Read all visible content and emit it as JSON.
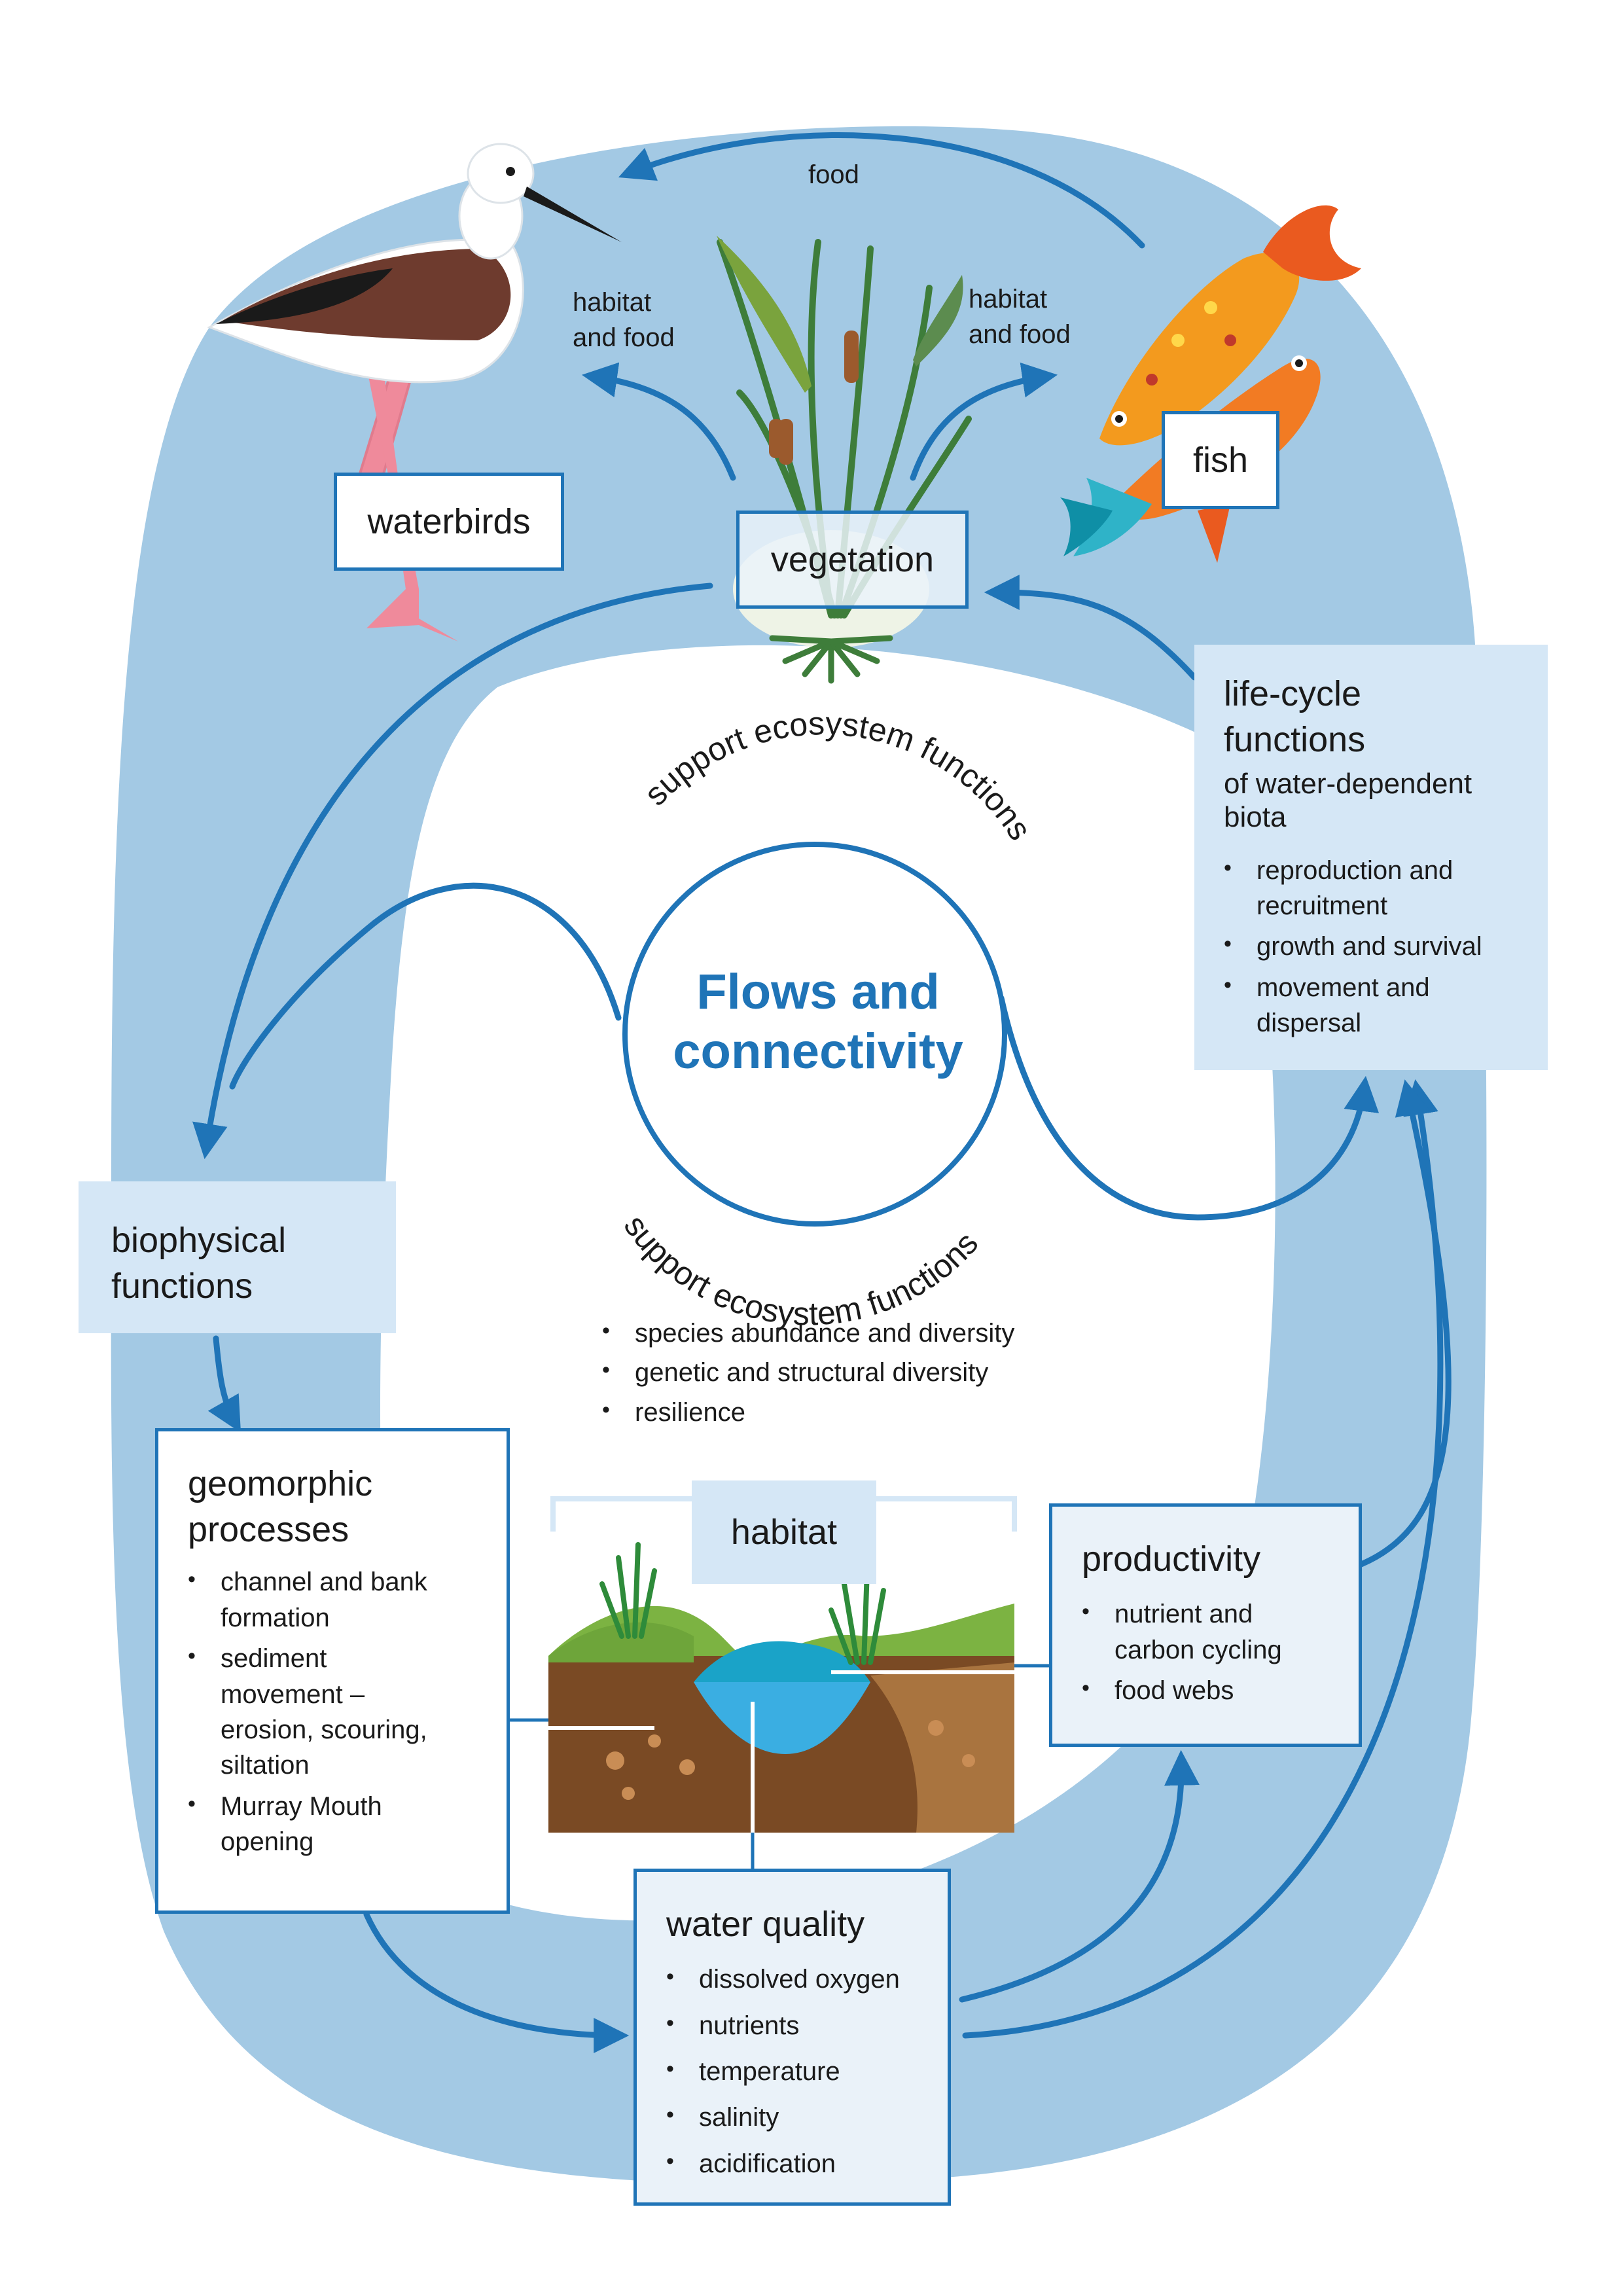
{
  "center": {
    "title_line1": "Flows and",
    "title_line2": "connectivity",
    "arc_top": "support ecosystem functions",
    "arc_bottom": "support ecosystem functions",
    "outcomes": [
      "species abundance and diversity",
      "genetic and structural diversity",
      "resilience"
    ]
  },
  "nodes": {
    "waterbirds": "waterbirds",
    "vegetation": "vegetation",
    "fish": "fish",
    "habitat": "habitat",
    "biophysical": {
      "line1": "biophysical",
      "line2": "functions"
    },
    "lifecycle": {
      "title_line1": "life-cycle",
      "title_line2": "functions",
      "subtitle_line1": "of water-dependent",
      "subtitle_line2": "biota",
      "items": [
        {
          "line1": "reproduction and",
          "line2": "recruitment"
        },
        {
          "line1": "growth and survival",
          "line2": ""
        },
        {
          "line1": "movement and",
          "line2": "dispersal"
        }
      ]
    },
    "geomorphic": {
      "title_line1": "geomorphic",
      "title_line2": "processes",
      "items": [
        {
          "lines": [
            "channel and bank",
            "formation"
          ]
        },
        {
          "lines": [
            "sediment",
            "movement –",
            "erosion, scouring,",
            "siltation"
          ]
        },
        {
          "lines": [
            "Murray Mouth",
            "opening"
          ]
        }
      ]
    },
    "productivity": {
      "title": "productivity",
      "items": [
        {
          "line1": "nutrient and",
          "line2": "carbon cycling"
        },
        {
          "line1": "food webs",
          "line2": ""
        }
      ]
    },
    "water_quality": {
      "title": "water quality",
      "items": [
        "dissolved oxygen",
        "nutrients",
        "temperature",
        "salinity",
        "acidification"
      ]
    }
  },
  "arrow_labels": {
    "food": "food",
    "habitat_food_left": {
      "line1": "habitat",
      "line2": "and food"
    },
    "habitat_food_right": {
      "line1": "habitat",
      "line2": "and food"
    }
  },
  "colors": {
    "ring": "#a3c9e4",
    "arrow": "#1f74b7",
    "box_fill": "#d5e7f6",
    "box_outline_bg": "#eaf2f9",
    "title_blue": "#1f74b7"
  },
  "icons": [
    "bird-icon",
    "fish-icon",
    "reed-plant-icon",
    "riverbank-cross-section-icon"
  ]
}
